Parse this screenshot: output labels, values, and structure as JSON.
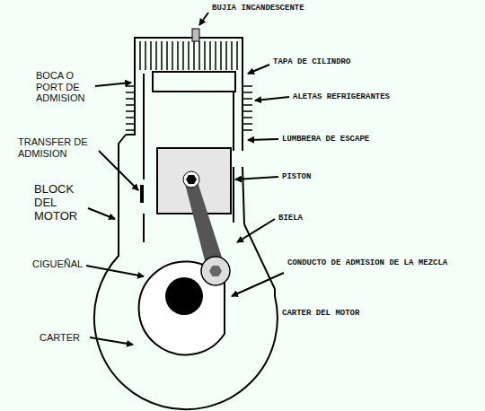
{
  "diagram": {
    "labels": [
      "BUJIA INCANDESCENTE",
      "TAPA DE CILINDRO",
      "BOCA O PORT DE ADMISION",
      "ALETAS REFRIGERANTES",
      "TRANSFER DE ADMISION",
      "LUMBRERA DE ESCAPE",
      "PISTON",
      "BLOCK DEL MOTOR",
      "BIELA",
      "CIGUEÑAL",
      "CONDUCTO DE ADMISION DE LA MEZCLA",
      "CARTER DEL MOTOR",
      "CARTER"
    ]
  }
}
